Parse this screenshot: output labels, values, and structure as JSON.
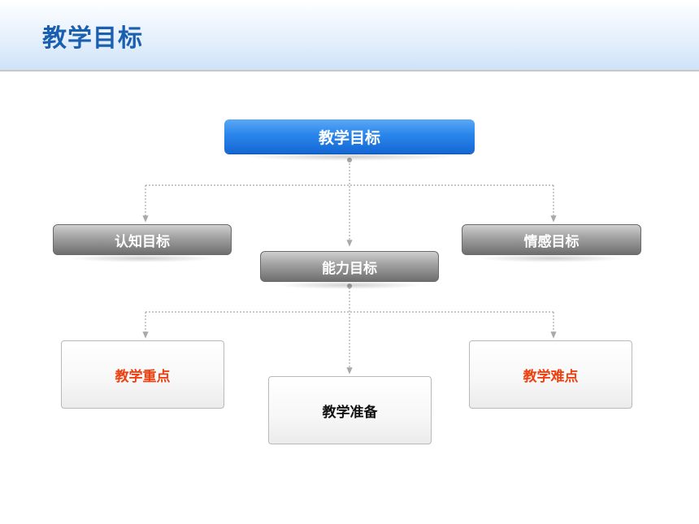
{
  "header": {
    "title": "教学目标"
  },
  "diagram": {
    "root": "教学目标",
    "goals": {
      "cognitive": "认知目标",
      "ability": "能力目标",
      "emotional": "情感目标"
    },
    "outputs": {
      "key_points": "教学重点",
      "preparation": "教学准备",
      "difficulties": "教学难点"
    },
    "colors": {
      "root_fill": "#2a86ec",
      "goal_fill": "#8f8f8f",
      "highlight_text": "#ee4010",
      "normal_text": "#111111",
      "connector": "#a9a9a9"
    }
  }
}
